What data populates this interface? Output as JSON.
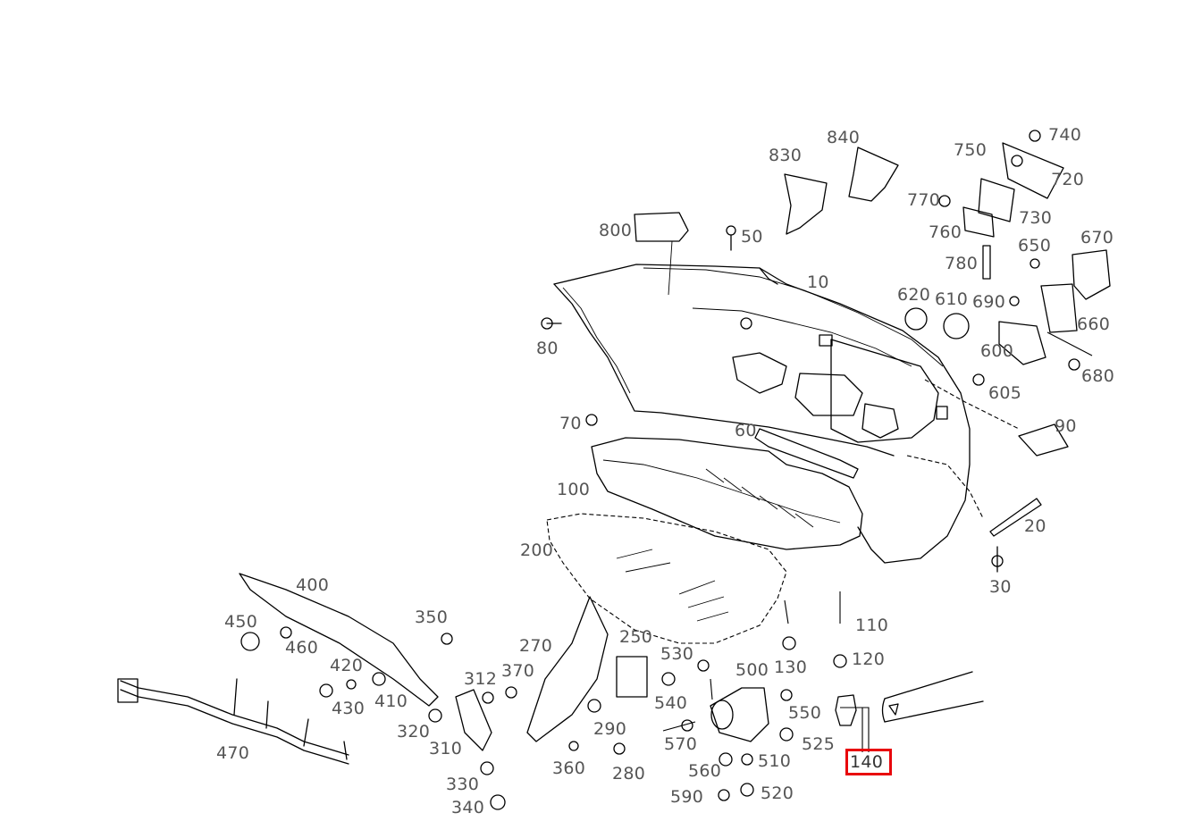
{
  "highlight_color": "#e8060c",
  "highlighted_callout": "140",
  "callouts": [
    {
      "id": "c10",
      "text": "10"
    },
    {
      "id": "c20",
      "text": "20"
    },
    {
      "id": "c30",
      "text": "30"
    },
    {
      "id": "c50",
      "text": "50"
    },
    {
      "id": "c60",
      "text": "60"
    },
    {
      "id": "c70",
      "text": "70"
    },
    {
      "id": "c80",
      "text": "80"
    },
    {
      "id": "c90",
      "text": "90"
    },
    {
      "id": "c100",
      "text": "100"
    },
    {
      "id": "c110",
      "text": "110"
    },
    {
      "id": "c120",
      "text": "120"
    },
    {
      "id": "c130",
      "text": "130"
    },
    {
      "id": "c140",
      "text": "140"
    },
    {
      "id": "c200",
      "text": "200"
    },
    {
      "id": "c250",
      "text": "250"
    },
    {
      "id": "c270",
      "text": "270"
    },
    {
      "id": "c280",
      "text": "280"
    },
    {
      "id": "c290",
      "text": "290"
    },
    {
      "id": "c310",
      "text": "310"
    },
    {
      "id": "c312",
      "text": "312"
    },
    {
      "id": "c320",
      "text": "320"
    },
    {
      "id": "c330",
      "text": "330"
    },
    {
      "id": "c340",
      "text": "340"
    },
    {
      "id": "c350",
      "text": "350"
    },
    {
      "id": "c360",
      "text": "360"
    },
    {
      "id": "c370",
      "text": "370"
    },
    {
      "id": "c400",
      "text": "400"
    },
    {
      "id": "c410",
      "text": "410"
    },
    {
      "id": "c420",
      "text": "420"
    },
    {
      "id": "c430",
      "text": "430"
    },
    {
      "id": "c450",
      "text": "450"
    },
    {
      "id": "c460",
      "text": "460"
    },
    {
      "id": "c470",
      "text": "470"
    },
    {
      "id": "c500",
      "text": "500"
    },
    {
      "id": "c510",
      "text": "510"
    },
    {
      "id": "c520",
      "text": "520"
    },
    {
      "id": "c525",
      "text": "525"
    },
    {
      "id": "c530",
      "text": "530"
    },
    {
      "id": "c540",
      "text": "540"
    },
    {
      "id": "c550",
      "text": "550"
    },
    {
      "id": "c560",
      "text": "560"
    },
    {
      "id": "c570",
      "text": "570"
    },
    {
      "id": "c590",
      "text": "590"
    },
    {
      "id": "c600",
      "text": "600"
    },
    {
      "id": "c605",
      "text": "605"
    },
    {
      "id": "c610",
      "text": "610"
    },
    {
      "id": "c620",
      "text": "620"
    },
    {
      "id": "c650",
      "text": "650"
    },
    {
      "id": "c660",
      "text": "660"
    },
    {
      "id": "c670",
      "text": "670"
    },
    {
      "id": "c680",
      "text": "680"
    },
    {
      "id": "c690",
      "text": "690"
    },
    {
      "id": "c720",
      "text": "720"
    },
    {
      "id": "c730",
      "text": "730"
    },
    {
      "id": "c740",
      "text": "740"
    },
    {
      "id": "c750",
      "text": "750"
    },
    {
      "id": "c760",
      "text": "760"
    },
    {
      "id": "c770",
      "text": "770"
    },
    {
      "id": "c780",
      "text": "780"
    },
    {
      "id": "c800",
      "text": "800"
    },
    {
      "id": "c830",
      "text": "830"
    },
    {
      "id": "c840",
      "text": "840"
    }
  ]
}
